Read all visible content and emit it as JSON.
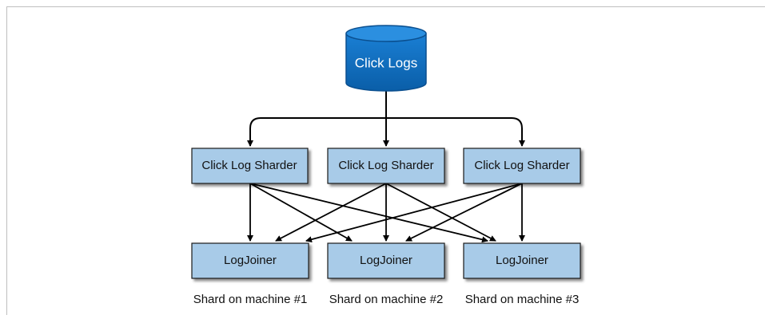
{
  "diagram": {
    "source": {
      "label": "Click Logs",
      "color": "#1173c7"
    },
    "sharders": [
      {
        "label": "Click Log Sharder"
      },
      {
        "label": "Click Log Sharder"
      },
      {
        "label": "Click Log Sharder"
      }
    ],
    "joiners": [
      {
        "label": "LogJoiner"
      },
      {
        "label": "LogJoiner"
      },
      {
        "label": "LogJoiner"
      }
    ],
    "captions": [
      "Shard on machine #1",
      "Shard on machine #2",
      "Shard on machine #3"
    ],
    "box_fill": "#a8cbe8",
    "box_stroke": "#1a1a1a",
    "arrow_color": "#000000"
  }
}
